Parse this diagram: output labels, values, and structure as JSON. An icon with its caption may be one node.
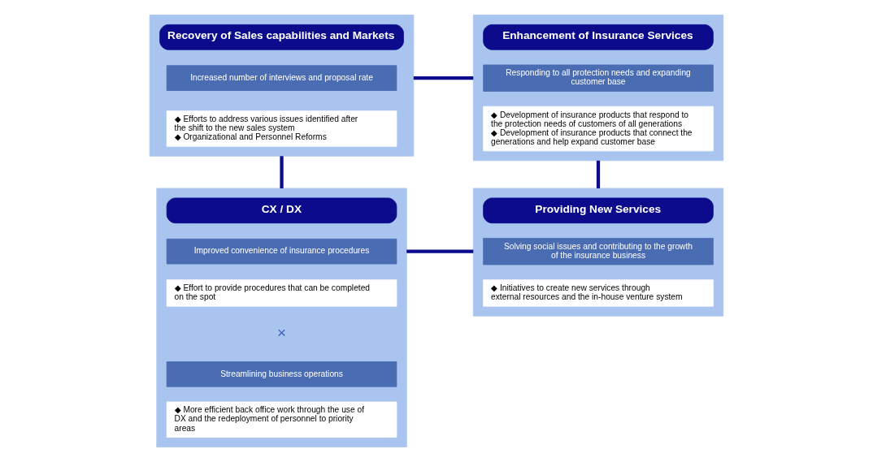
{
  "diagram": {
    "nodes": [
      {
        "text": [],
        "shape": "box"
      },
      {
        "text": [
          "Recovery of Sales capabilities and Markets"
        ],
        "in": 0
      },
      {
        "text": [
          "Increased number of interviews and proposal rate"
        ],
        "in": 0
      },
      {
        "text": [
          "◆ Efforts to address various issues identified after the shift to the new sales system",
          "◆ Organizational and Personnel Reforms"
        ],
        "in": 0
      },
      {
        "text": [],
        "shape": "box"
      },
      {
        "text": [
          "Enhancement of Insurance Services"
        ],
        "in": 4
      },
      {
        "text": [
          "Responding to all protection needs and expanding customer base"
        ],
        "in": 4
      },
      {
        "text": [
          "◆ Development of insurance products that respond to the protection needs of customers of all generations",
          "◆ Development of insurance products that connect the generations and help expand customer base"
        ],
        "in": 4
      },
      {
        "text": [],
        "shape": "box"
      },
      {
        "text": [
          "CX / DX"
        ],
        "in": 8
      },
      {
        "text": [
          "Improved convenience of insurance procedures"
        ],
        "in": 8
      },
      {
        "text": [
          "◆ Effort to provide procedures that can be completed on the spot"
        ],
        "in": 8
      },
      {
        "text": [
          "Streamlining business operations"
        ],
        "in": 8
      },
      {
        "text": [
          "◆ More efficient back office work through the use of DX and the redeployment of personnel to priority areas"
        ],
        "in": 8
      },
      {
        "text": [],
        "shape": "box"
      },
      {
        "text": [
          "Providing New Services"
        ],
        "in": 14
      },
      {
        "text": [
          "Solving social issues and contributing to the growth of the insurance business"
        ],
        "in": 14
      },
      {
        "text": [
          "◆ Initiatives to create new services through external resources and the in-house venture system"
        ],
        "in": 14
      }
    ],
    "edges": [
      {
        "from": 0,
        "to": 4,
        "arrow": "none"
      },
      {
        "from": 0,
        "to": 8,
        "arrow": "none"
      },
      {
        "from": 4,
        "to": 14,
        "arrow": "none"
      },
      {
        "from": 8,
        "to": 14,
        "arrow": "none"
      }
    ],
    "labels": [
      "×"
    ]
  }
}
